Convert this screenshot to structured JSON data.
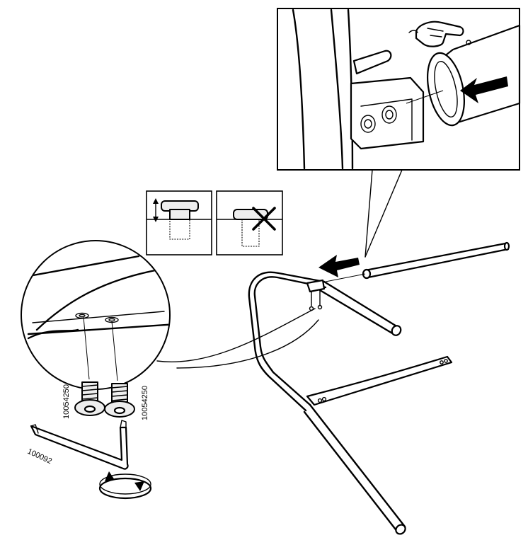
{
  "part_codes": {
    "bolt_left": "10054250",
    "bolt_right": "10054250",
    "allen_key": "100092"
  },
  "colors": {
    "line": "#000000",
    "background": "#ffffff",
    "shade": "#eeeeee"
  },
  "icons": {
    "insert_arrow": "arrow-left-icon",
    "rotate": "rotate-clockwise-icon",
    "incorrect": "x-mark-icon",
    "hand": "pointing-hand-icon"
  }
}
